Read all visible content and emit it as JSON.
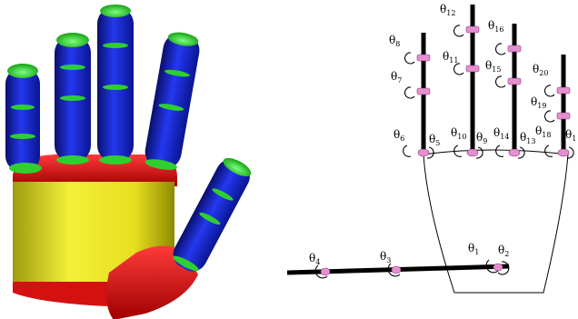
{
  "figure": {
    "left_panel": {
      "kind": "3d-hand-model"
    },
    "right_panel": {
      "kind": "kinematic-skeleton",
      "joint_labels": [
        {
          "sym": "θ",
          "sub": "1"
        },
        {
          "sym": "θ",
          "sub": "2"
        },
        {
          "sym": "θ",
          "sub": "3"
        },
        {
          "sym": "θ",
          "sub": "4"
        },
        {
          "sym": "θ",
          "sub": "5"
        },
        {
          "sym": "θ",
          "sub": "6"
        },
        {
          "sym": "θ",
          "sub": "7"
        },
        {
          "sym": "θ",
          "sub": "8"
        },
        {
          "sym": "θ",
          "sub": "9"
        },
        {
          "sym": "θ",
          "sub": "10"
        },
        {
          "sym": "θ",
          "sub": "11"
        },
        {
          "sym": "θ",
          "sub": "12"
        },
        {
          "sym": "θ",
          "sub": "13"
        },
        {
          "sym": "θ",
          "sub": "14"
        },
        {
          "sym": "θ",
          "sub": "15"
        },
        {
          "sym": "θ",
          "sub": "16"
        },
        {
          "sym": "θ",
          "sub": "18"
        },
        {
          "sym": "θ",
          "sub": "19"
        },
        {
          "sym": "θ",
          "sub": "20"
        },
        {
          "sym": "θ",
          "sub": "1"
        }
      ]
    },
    "colors": {
      "finger": "#1a2ad8",
      "joint": "#2fcf2f",
      "palm_side": "#e01818",
      "palm_band": "#e8e22a",
      "bone": "#000000",
      "joint_marker": "#e58fd0"
    }
  }
}
